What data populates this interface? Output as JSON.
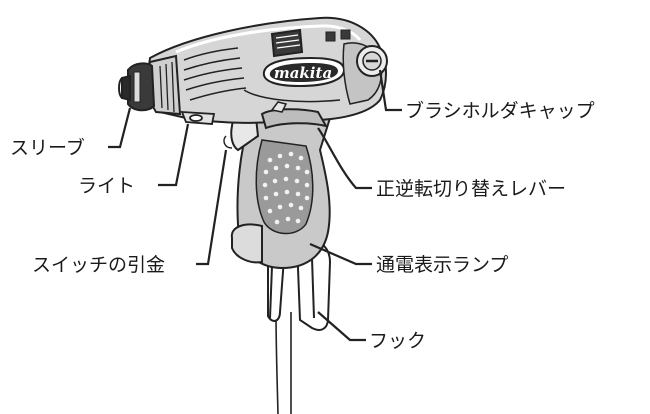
{
  "labels": {
    "sleeve": "スリーブ",
    "light": "ライト",
    "switch_trigger": "スイッチの引金",
    "brush_holder_cap": "ブラシホルダキャップ",
    "reverse_lever": "正逆転切り替えレバー",
    "power_lamp": "通電表示ランプ",
    "hook": "フック"
  },
  "logo_text": "makita"
}
